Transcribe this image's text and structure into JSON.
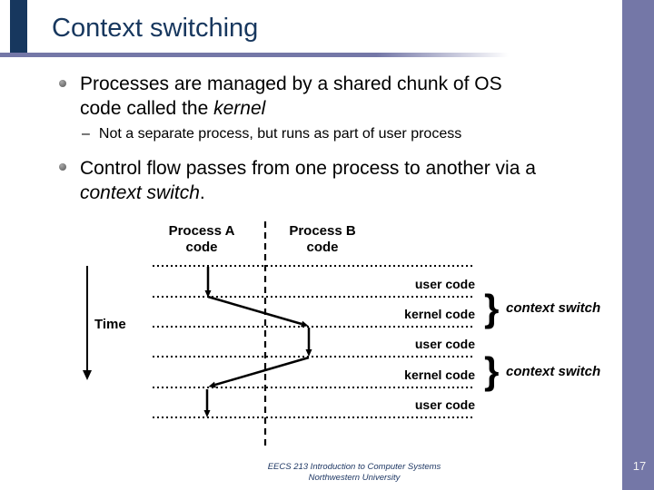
{
  "slide": {
    "title": "Context switching",
    "page_number": "17",
    "footer_line1": "EECS 213 Introduction to Computer Systems",
    "footer_line2": "Northwestern University"
  },
  "bullets": {
    "b1_line1": "Processes are managed by a shared chunk of OS",
    "b1_line2_pre": "code called the ",
    "b1_line2_italic": "kernel",
    "sub1_dash": "–",
    "sub1_text": "Not a separate process, but runs as part of user process",
    "b2_line1": "Control flow passes from one process to another via a",
    "b2_line2_italic": "context switch",
    "b2_line2_post": "."
  },
  "diagram": {
    "process_a_line1": "Process A",
    "process_a_line2": "code",
    "process_b_line1": "Process B",
    "process_b_line2": "code",
    "time_label": "Time",
    "band_labels": [
      "user code",
      "kernel code",
      "user code",
      "kernel code",
      "user code"
    ],
    "context_switch_label_1": "context switch",
    "context_switch_label_2": "context switch",
    "brace_glyph": "}"
  },
  "colors": {
    "accent_purple": "#7477A7",
    "title_navy": "#17375E",
    "footer_navy": "#1F3864",
    "diagram_black": "#000000"
  }
}
